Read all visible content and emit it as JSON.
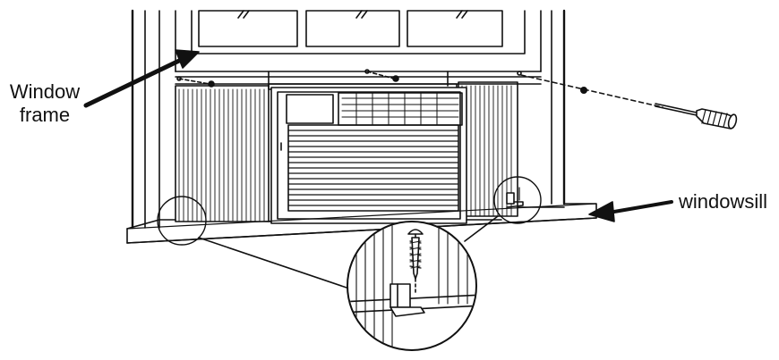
{
  "labels": {
    "window_frame_line1": "Window",
    "window_frame_line2": "frame",
    "windowsill": "windowsill"
  },
  "colors": {
    "ink": "#111111",
    "paper": "#ffffff",
    "shade": "#d9d9d9"
  },
  "icons": [
    "screwdriver-icon",
    "screw-icon",
    "mounting-bracket-icon"
  ]
}
